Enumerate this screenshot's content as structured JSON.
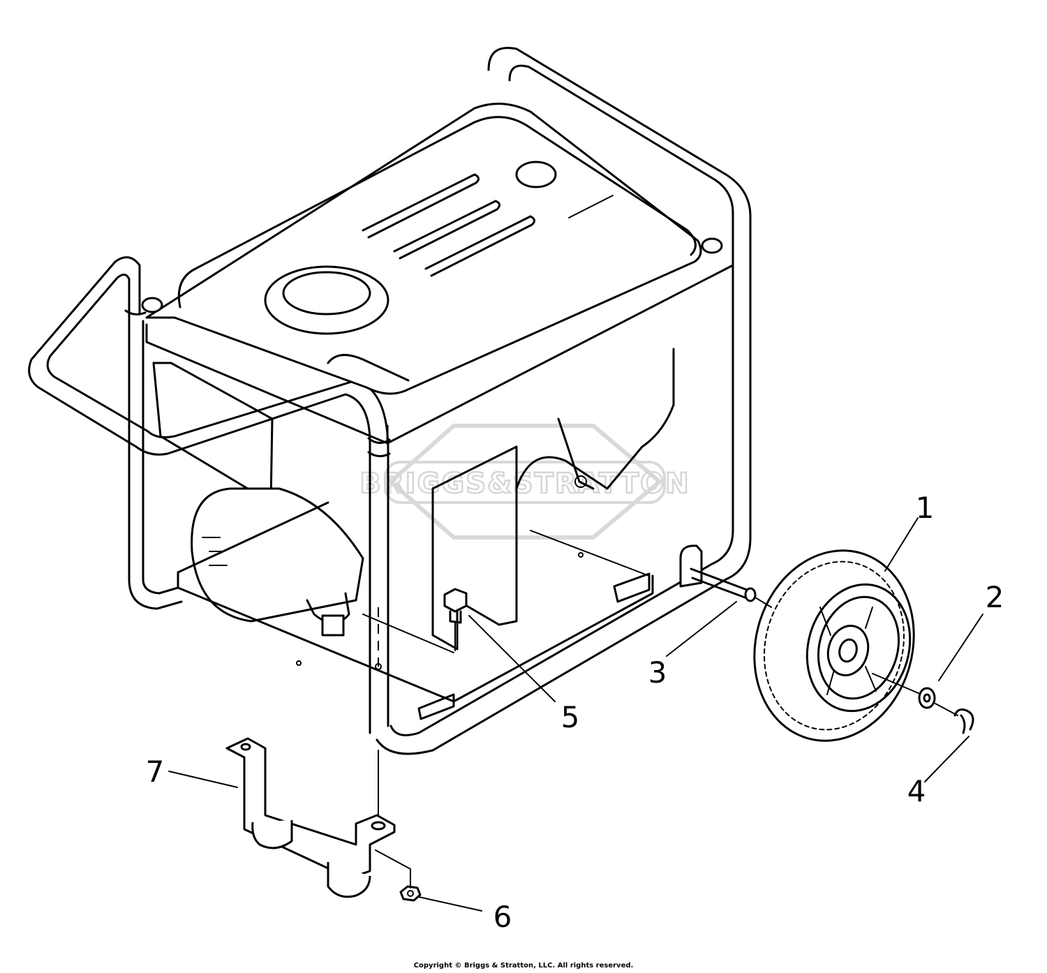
{
  "diagram": {
    "watermark": "BRIGGS&STRATTON",
    "callouts": [
      {
        "id": "1",
        "label": "1"
      },
      {
        "id": "2",
        "label": "2"
      },
      {
        "id": "3",
        "label": "3"
      },
      {
        "id": "4",
        "label": "4"
      },
      {
        "id": "5",
        "label": "5"
      },
      {
        "id": "6",
        "label": "6"
      },
      {
        "id": "7",
        "label": "7"
      }
    ]
  },
  "footer": {
    "copyright": "Copyright © Briggs & Stratton, LLC. All rights reserved."
  }
}
